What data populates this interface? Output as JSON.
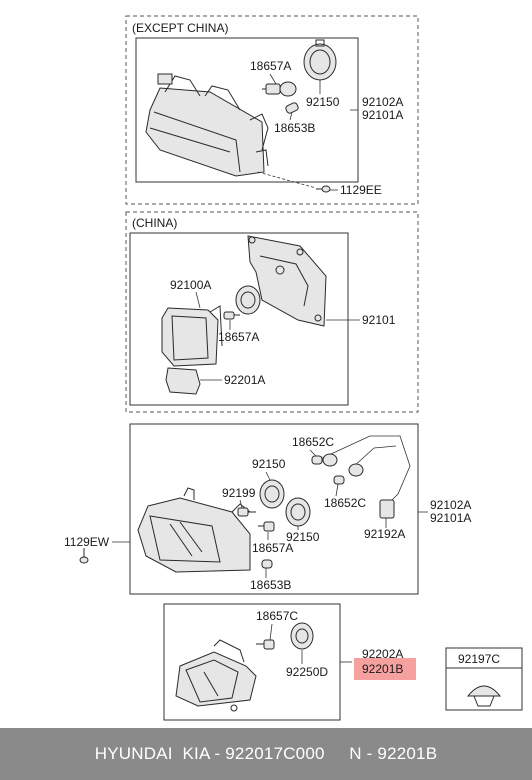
{
  "colors": {
    "highlight": "#f7a0a0",
    "footer_bg": "#8a8a8a",
    "footer_text": "#ffffff"
  },
  "sections": {
    "except_china": "(EXCEPT CHINA)",
    "china": "(CHINA)"
  },
  "labels": {
    "p18657A_1": "18657A",
    "p92150_1": "92150",
    "p92102A_1": "92102A",
    "p92101A_1": "92101A",
    "p18653B_1": "18653B",
    "p1129EE": "1129EE",
    "p92100A": "92100A",
    "p92101": "92101",
    "p18657A_2": "18657A",
    "p92201A": "92201A",
    "p18652C_1": "18652C",
    "p92150_2": "92150",
    "p92199": "92199",
    "p18652C_2": "18652C",
    "p92102A_2": "92102A",
    "p92101A_2": "92101A",
    "p1129EW": "1129EW",
    "p18657A_3": "18657A",
    "p92150_3": "92150",
    "p92192A": "92192A",
    "p18653B_2": "18653B",
    "p18657C": "18657C",
    "p92202A": "92202A",
    "p92201B": "92201B",
    "p92250D": "92250D",
    "p92197C": "92197C"
  },
  "footer": {
    "text": "HYUNDAI  KIA - 922017C000     N - 92201B"
  }
}
